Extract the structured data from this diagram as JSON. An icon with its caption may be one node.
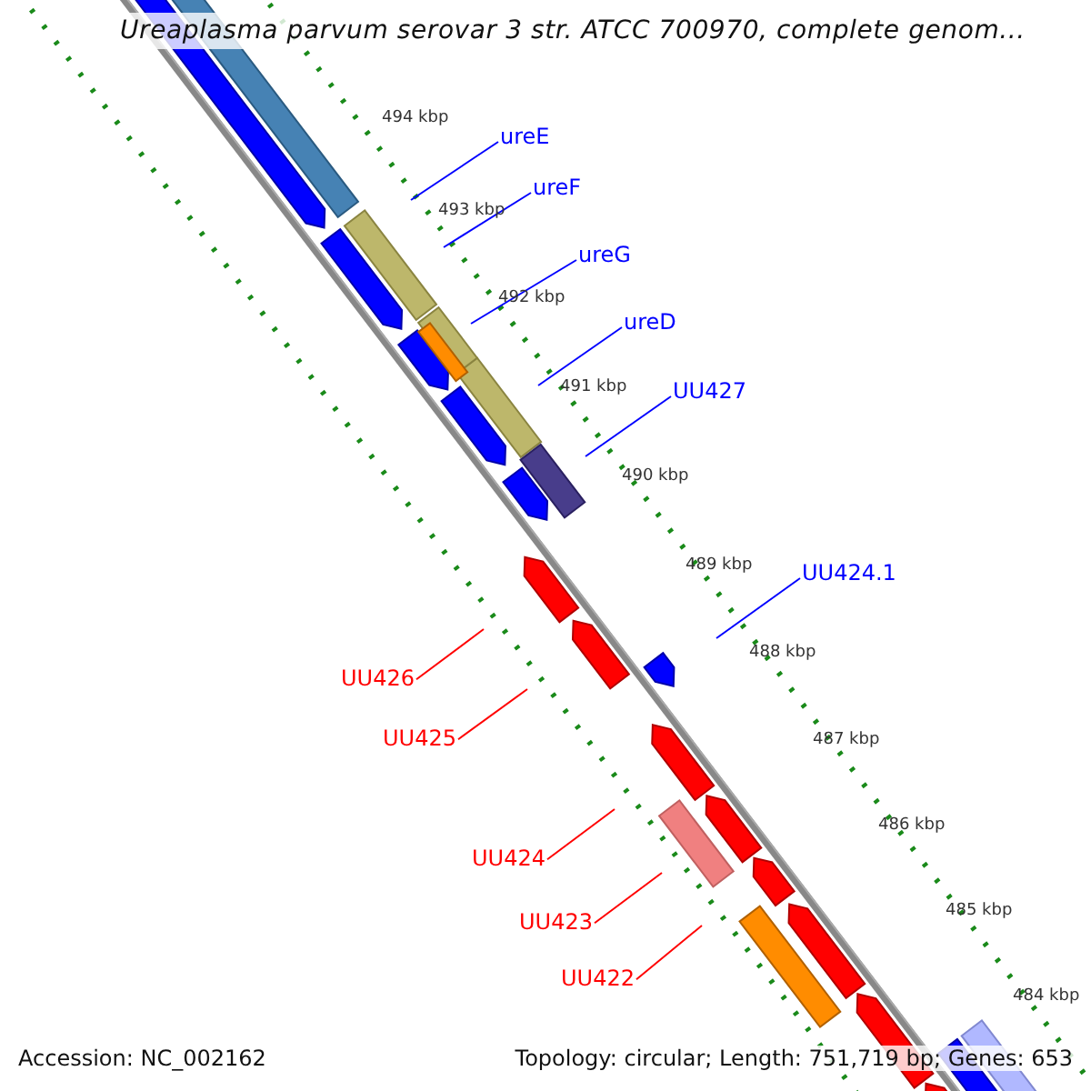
{
  "diagram": {
    "title": "Ureaplasma parvum serovar 3 str. ATCC 700970, complete genom...",
    "nodes": [
      {
        "text": [
          "ureE"
        ]
      },
      {
        "text": [
          "ureF"
        ]
      },
      {
        "text": [
          "ureG"
        ]
      },
      {
        "text": [
          "ureD"
        ]
      },
      {
        "text": [
          "UU427"
        ]
      },
      {
        "text": [
          "UU424.1"
        ]
      },
      {
        "text": [
          "UU426"
        ]
      },
      {
        "text": [
          "UU425"
        ]
      },
      {
        "text": [
          "UU424"
        ]
      },
      {
        "text": [
          "UU423"
        ]
      },
      {
        "text": [
          "UU422"
        ]
      }
    ],
    "edges": [
      {
        "from": 0,
        "to": null,
        "arrow": "none"
      },
      {
        "from": 1,
        "to": null,
        "arrow": "none"
      },
      {
        "from": 2,
        "to": null,
        "arrow": "none"
      },
      {
        "from": 3,
        "to": null,
        "arrow": "none"
      },
      {
        "from": 4,
        "to": null,
        "arrow": "none"
      },
      {
        "from": 5,
        "to": null,
        "arrow": "none"
      },
      {
        "from": 6,
        "to": null,
        "arrow": "none",
        "color": "#ff0000"
      },
      {
        "from": 7,
        "to": null,
        "arrow": "none",
        "color": "#ff0000"
      },
      {
        "from": 8,
        "to": null,
        "arrow": "none",
        "color": "#ff0000"
      },
      {
        "from": 9,
        "to": null,
        "arrow": "none",
        "color": "#ff0000"
      },
      {
        "from": 10,
        "to": null,
        "arrow": "none",
        "color": "#ff0000"
      }
    ],
    "labels": [
      "494 kbp",
      "493 kbp",
      "492 kbp",
      "491 kbp",
      "490 kbp",
      "489 kbp",
      "488 kbp",
      "487 kbp",
      "486 kbp",
      "485 kbp",
      "484 kbp",
      "Accession: NC_002162",
      "Topology: circular; Length: 751,719 bp; Genes: 653"
    ]
  }
}
